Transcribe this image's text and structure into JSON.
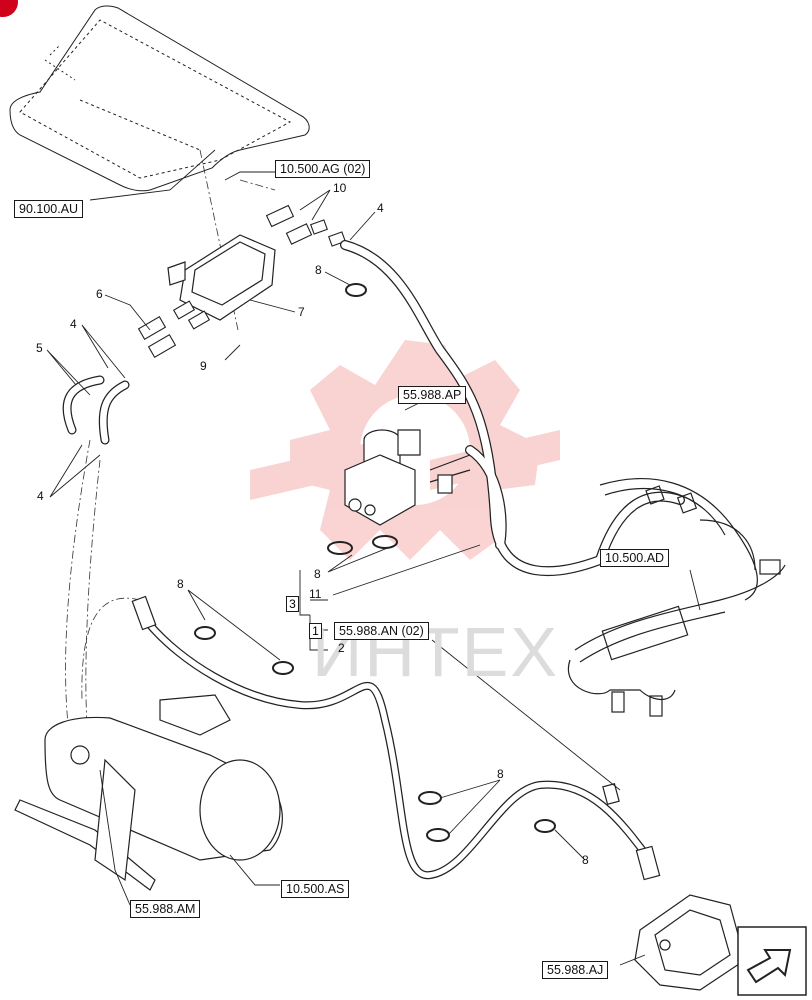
{
  "diagram": {
    "watermark_text": "ИНТЕХ",
    "page_badge": "",
    "references": [
      {
        "id": "90.100.AU"
      },
      {
        "id": "10.500.AG (02)"
      },
      {
        "id": "55.988.AP"
      },
      {
        "id": "10.500.AD"
      },
      {
        "id": "55.988.AN (02)"
      },
      {
        "id": "10.500.AS"
      },
      {
        "id": "55.988.AM"
      },
      {
        "id": "55.988.AJ"
      }
    ],
    "callouts": [
      "10",
      "4",
      "8",
      "6",
      "7",
      "4",
      "5",
      "9",
      "4",
      "8",
      "11",
      "2",
      "8",
      "8",
      "8"
    ],
    "group_boxes": [
      "3",
      "1"
    ]
  }
}
